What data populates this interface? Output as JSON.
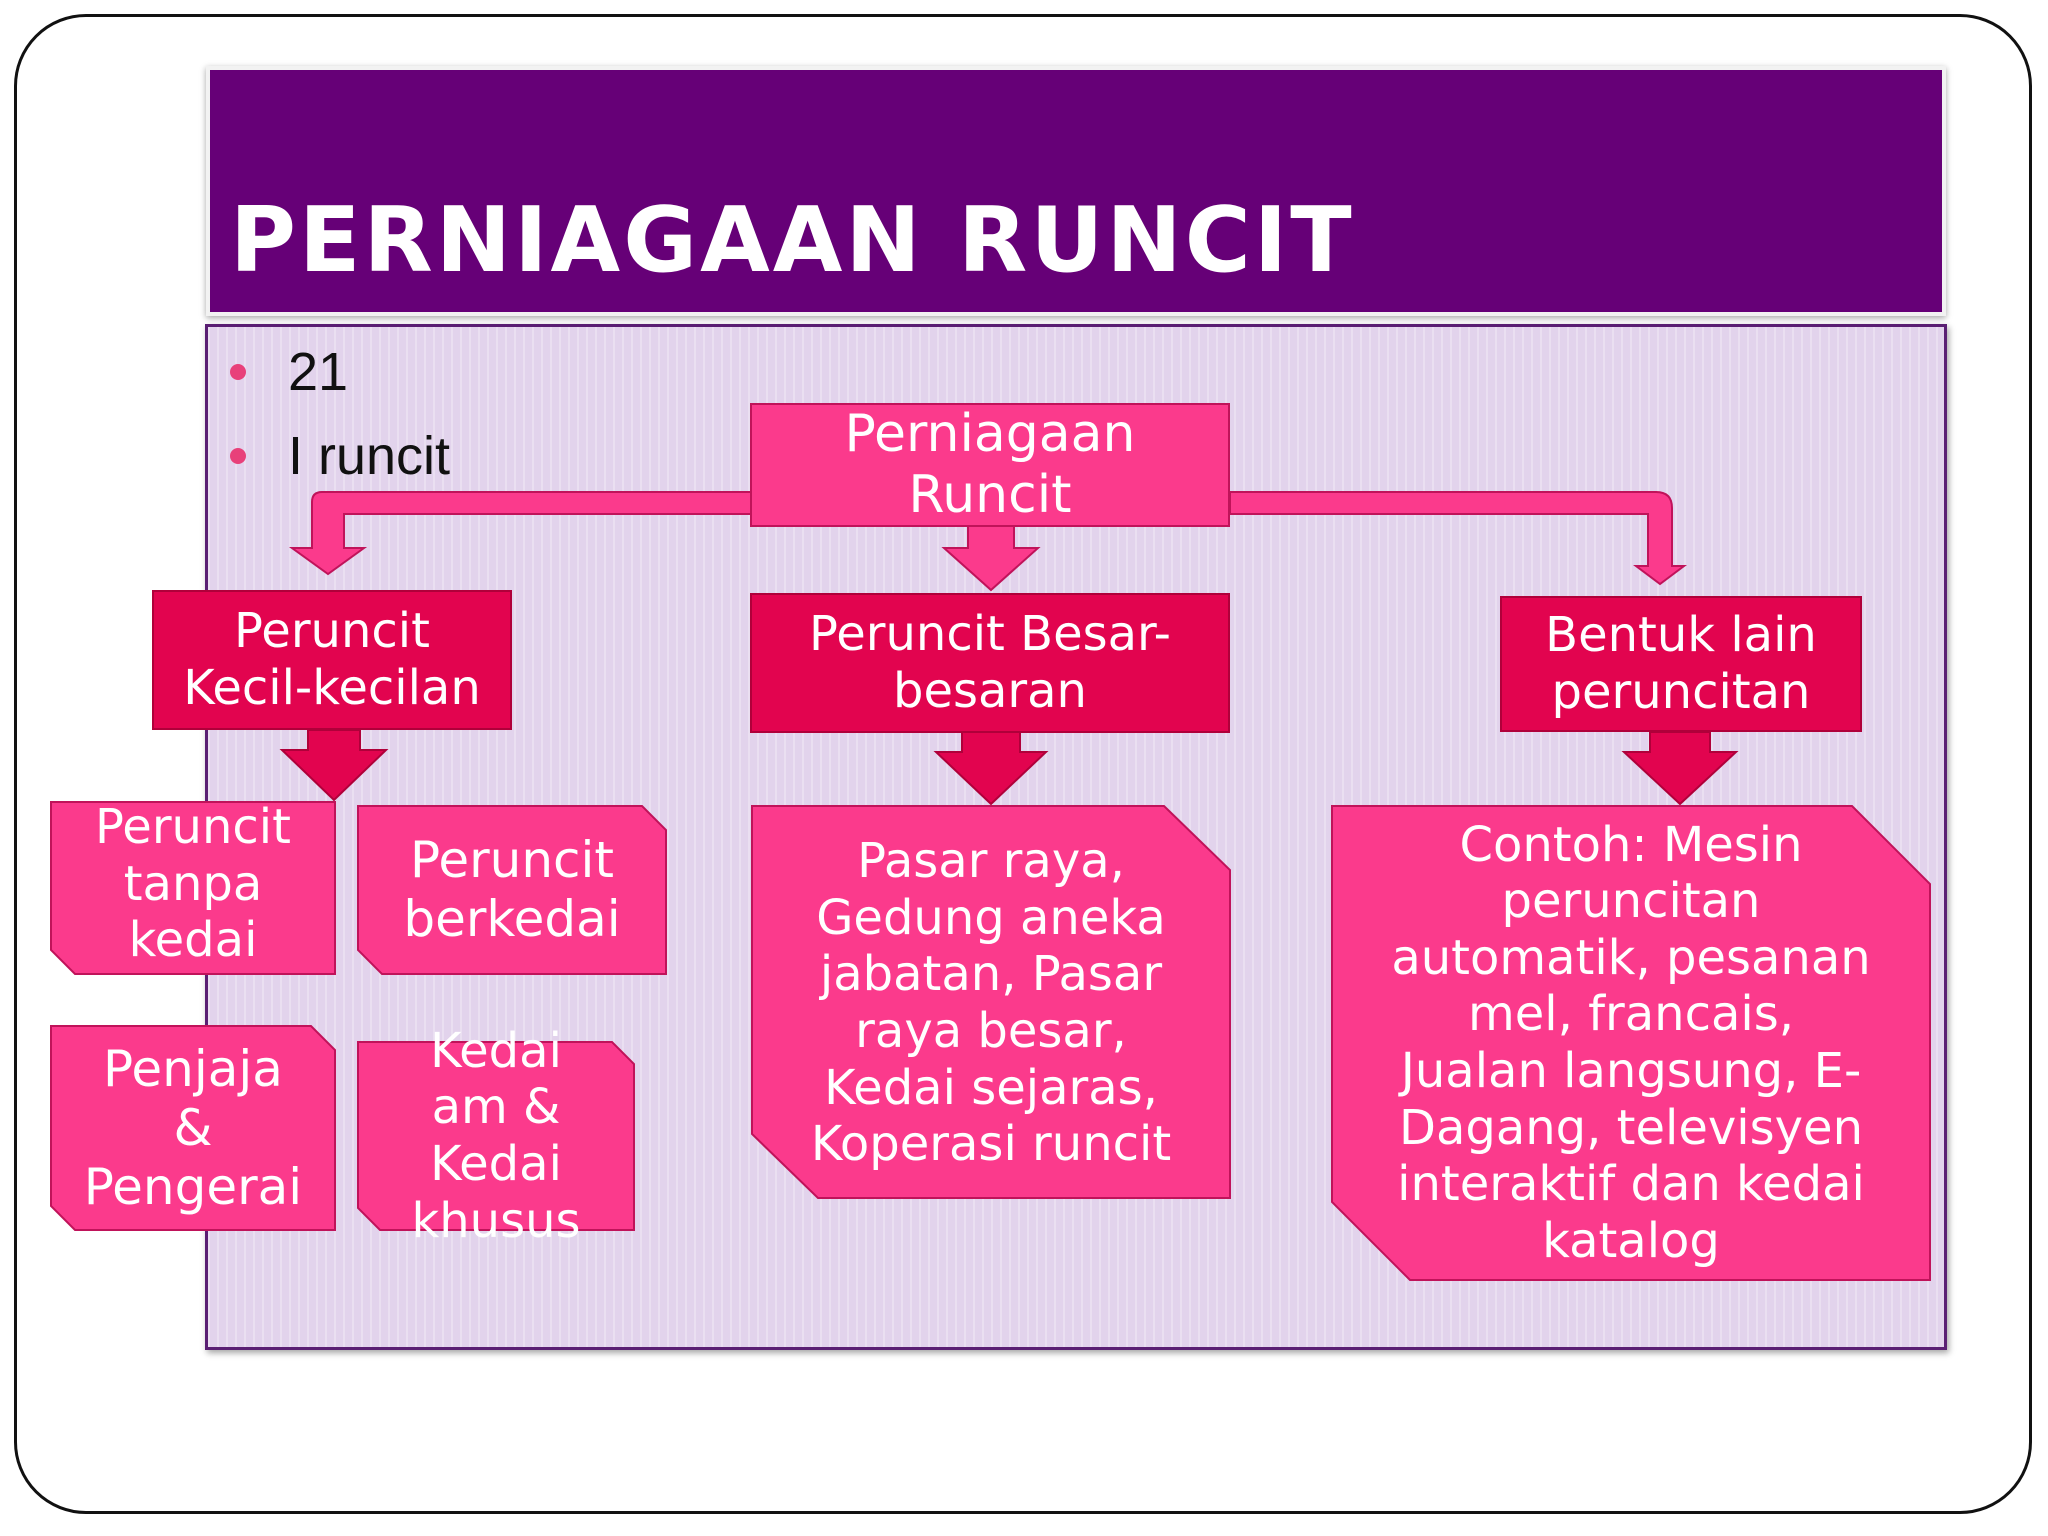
{
  "slide": {
    "title": "PERNIAGAAN RUNCIT",
    "bullets": [
      "21",
      "I runcit"
    ]
  },
  "diagram": {
    "root": "Perniagaan\nRuncit",
    "categories": [
      "Peruncit\nKecil-kecilan",
      "Peruncit Besar-\nbesaran",
      "Bentuk lain\nperuncitan"
    ],
    "small_types": [
      "Peruncit\ntanpa\nkedai",
      "Peruncit\nberkedai",
      "Penjaja\n&\nPengerai",
      "Kedai\nam &\nKedai\nkhusus"
    ],
    "large_examples": "Pasar raya,\nGedung aneka\njabatan, Pasar\nraya besar,\nKedai sejaras,\nKoperasi runcit",
    "other_examples": "Contoh: Mesin\nperuncitan\nautomatik, pesanan\nmel, francais,\nJualan langsung, E-\nDagang, televisyen\ninteraktif dan kedai\nkatalog"
  },
  "colors": {
    "title_bar": "#660077",
    "content_bg": "#e2d3ec",
    "root_box": "#fb3a8c",
    "category_box": "#e2044f",
    "leaf_box": "#fb3a8c",
    "arrow": "#fb3a8c",
    "bullet": "#e8407a"
  }
}
